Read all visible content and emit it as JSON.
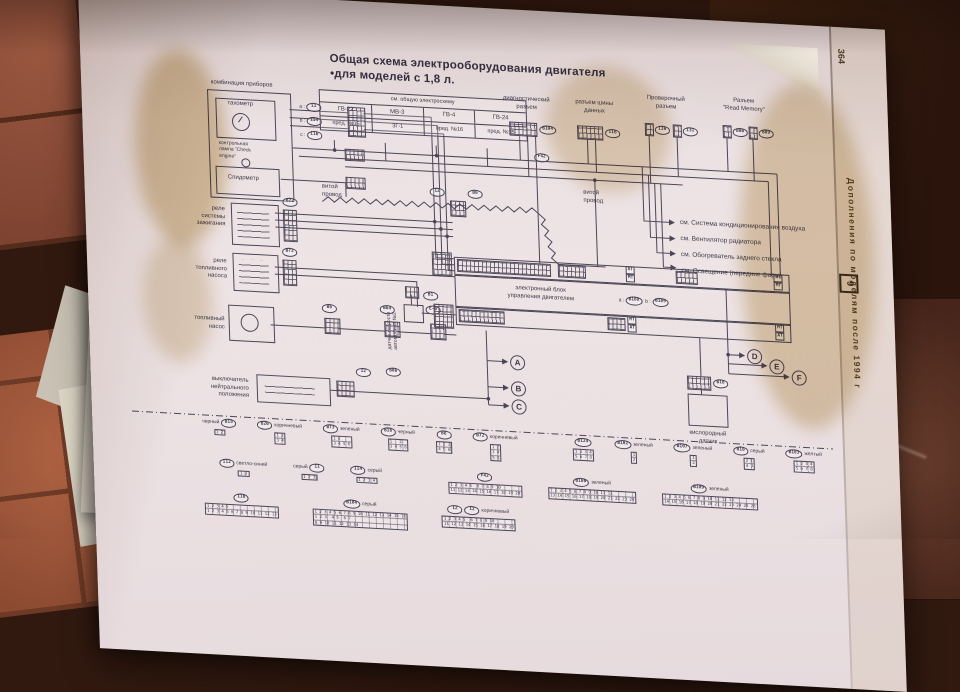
{
  "photo": {
    "page_number": "364",
    "margin_text": "Дополнения по моделям после 1994 г",
    "chapter_box": "9"
  },
  "title": {
    "line1": "Общая схема электрооборудования двигателя",
    "line2": "•для моделей с 1,8 л."
  },
  "fuse_table": {
    "header": "см. общую электросхему",
    "columns": [
      {
        "name": "ГВ-22",
        "fuse": "пред. №15"
      },
      {
        "name": "МВ-3",
        "fuse": "ЗГ-1"
      },
      {
        "name": "ГВ-4",
        "fuse": "пред. №16"
      },
      {
        "name": "ГВ-24",
        "fuse": "пред. №15"
      }
    ]
  },
  "connectors_top": {
    "diagnostic": {
      "label": "диагностический\nразъем",
      "id": "B104"
    },
    "data_bus": {
      "label": "разъем шины\nданных",
      "id": "I16"
    },
    "check": {
      "label": "Проверочный\nразъем",
      "id1": "I36",
      "id2": "I31"
    },
    "read_memory": {
      "label": "Разъем\n\"Read Memory\"",
      "id1": "B06",
      "id2": "B09"
    }
  },
  "cluster": {
    "label": "комбинация приборов",
    "tachometer": "тахометр",
    "check_lamp": "контрольная\nлампа \"Check\nengine\"",
    "speedometer": "Спидометр",
    "pin_a": "a :",
    "pin_a_id": "i1",
    "pin_b": "b :",
    "pin_b_id": "i14",
    "pin_c": "c :",
    "pin_c_id": "i16"
  },
  "twisted_wire_label": "витой\nпровод",
  "diagram_ovals": {
    "f42": "F42",
    "i2": "I2",
    "b6": "B6"
  },
  "ignition_relay": {
    "label": "реле\nсистемы\nзажигания",
    "id": "B72"
  },
  "fuel_relay": {
    "label": "реле\nтопливного\nнасоса",
    "id": "B73"
  },
  "fuel_pump": {
    "label": "топливный\nнасос",
    "id1": "B6",
    "id2": "B64",
    "id3": "E-6"
  },
  "neutral_switch": {
    "label": "выключатель\nнейтрального\nположения",
    "id1": "I2",
    "id2": "B06"
  },
  "speed_sensor": {
    "label": "датчик скорости\nавтомобиля №2",
    "id": "B1"
  },
  "ecu": {
    "label": "электронный блок\nуправления двигателем",
    "a_key": "a :",
    "a_id": "B108",
    "b_key": "b :",
    "b_id": "B109",
    "at": "АТ",
    "mt": "МТ"
  },
  "oxygen_sensor": {
    "label": "кислородный\nдатчик",
    "id": "B16"
  },
  "see_also": [
    {
      "text": "см. Система кондиционирования воздуха"
    },
    {
      "text": "см. Вентилятор радиатора"
    },
    {
      "text": "см. Обогреватель заднего стекла"
    },
    {
      "text": "см. Освещение (передние фары)"
    }
  ],
  "flow_letters": {
    "a": "A",
    "b": "B",
    "c": "C",
    "d": "D",
    "e": "E",
    "f": "F"
  },
  "legend": {
    "row1": [
      {
        "pre": "черный",
        "id": "B15",
        "pins": [
          "1 2"
        ]
      },
      {
        "id": "B26",
        "post": "коричневый",
        "pins": [
          "1 2",
          "3 4"
        ]
      },
      {
        "id": "B73",
        "post": "зеленый",
        "pins": [
          "1 2",
          "3 4 5 6"
        ]
      },
      {
        "id": "B16",
        "post": "черный",
        "pins": [
          "1   2",
          "3 4 5 6"
        ]
      },
      {
        "id": "B6",
        "pins": [
          "1 2 3",
          "4 5 6"
        ]
      },
      {
        "id": "B72",
        "post": "коричневый",
        "pins": [
          "1 2",
          "3 4",
          "5 6"
        ]
      },
      {
        "id": "B124",
        "pins": [
          "1 2 3 4",
          "5 6 7 8"
        ]
      },
      {
        "id": "B102",
        "post": "зеленый",
        "pins": [
          "1",
          "2"
        ]
      },
      {
        "id": "B107",
        "post": "зеленый",
        "pins": [
          "1",
          "2"
        ]
      },
      {
        "id": "B16",
        "post": "серый",
        "pins": [
          "2 1",
          "4 3"
        ]
      },
      {
        "id": "B103",
        "post": "желтый",
        "pins": [
          "1 2 3 4",
          "5 6 7 8"
        ]
      }
    ],
    "row2": [
      {
        "id": "I12",
        "post": "светло-синий",
        "pins": [
          "1 2"
        ]
      },
      {
        "pre": "серый",
        "id": "I1",
        "pins": [
          "1 2 3"
        ]
      },
      {
        "id": "I14",
        "post": "серый",
        "pins": [
          "1 2 3 4"
        ]
      },
      {
        "id": "F42",
        "pins": [
          "1 2 3 4 5  6 7 8 9 10",
          "11 12 13 14 15 16 17 18 19 20"
        ]
      },
      {
        "id": "B108",
        "post": "зеленый",
        "pins": [
          "1 2 3 4 5 6 7 8 9 10 11 12",
          "13 14 15 16 17 18 19 20 21 22 23 24"
        ]
      },
      {
        "id": "B109",
        "post": "зеленый",
        "pins": [
          "1 2 3 4 5 6 7 8 9 10 11 12 13",
          "14 15 16 17 18 19 20 21 22 23 24 25 26"
        ]
      }
    ],
    "row3": [
      {
        "id": "I16",
        "pins": [
          "1 2 3 4 5",
          "1 2 3 4 5 6 7 8 9 10 11 12 13"
        ]
      },
      {
        "id": "B104",
        "post": "серый",
        "pins": [
          "1 2 3 4 5 6 7 8 9 10 11 12 13 14 15 16",
          "1 2 3  4 5  6 7",
          "8 9 10 11 12 13 14"
        ]
      },
      {
        "id": "I2",
        "id2": "I2",
        "post": "коричневый",
        "pins": [
          "1 2 3 4 5  6 7 8 9 10",
          "11 12 13 14 15 16 17 18 19 20"
        ]
      }
    ]
  }
}
